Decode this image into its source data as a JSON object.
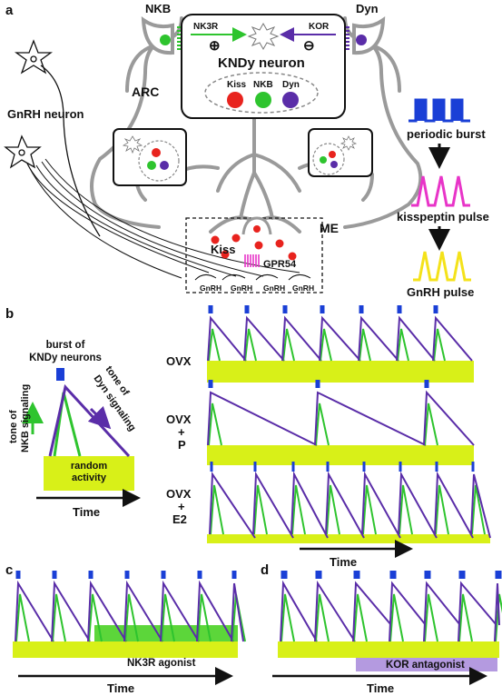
{
  "panels": {
    "a": "a",
    "b": "b",
    "c": "c",
    "d": "d"
  },
  "panel_a": {
    "nkb": "NKB",
    "dyn": "Dyn",
    "nk3r": "NK3R",
    "kor": "KOR",
    "plus": "⊕",
    "minus": "⊖",
    "kndy_neuron": "KNDy neuron",
    "kiss": "Kiss",
    "nkb_inner": "NKB",
    "dyn_inner": "Dyn",
    "arc": "ARC",
    "gnrh_neuron": "GnRH neuron",
    "me": "ME",
    "kiss_me": "Kiss",
    "gpr54": "GPR54",
    "gnrh_terms": [
      "GnRH",
      "GnRH",
      "GnRH",
      "GnRH"
    ],
    "periodic_burst": "periodic burst",
    "kisspeptin_pulse": "kisspeptin pulse",
    "gnrh_pulse": "GnRH pulse"
  },
  "panel_b": {
    "burst_label_1": "burst of",
    "burst_label_2": "KNDy neurons",
    "nkb_tone_1": "tone of",
    "nkb_tone_2": "NKB signaling",
    "dyn_tone_1": "tone of",
    "dyn_tone_2": "Dyn signaling",
    "random_1": "random",
    "random_2": "activity",
    "time": "Time",
    "ovx": "OVX",
    "ovx_p": [
      "OVX",
      "+",
      "P"
    ],
    "ovx_e2": [
      "OVX",
      "+",
      "E2"
    ],
    "time_right": "Time"
  },
  "panel_c": {
    "agonist": "NK3R agonist",
    "time": "Time"
  },
  "panel_d": {
    "antagonist": "KOR antagonist",
    "time": "Time"
  },
  "colors": {
    "green": "#2ec42e",
    "purple": "#5a2da8",
    "blue": "#1a3fd6",
    "yellowgreen": "#d8f018",
    "red": "#e8231e",
    "magenta": "#e834c8",
    "yellow": "#f4e21a",
    "gray": "#9a9a9a",
    "lavender": "#b49ae0",
    "darkgreen": "#5cd63a"
  }
}
